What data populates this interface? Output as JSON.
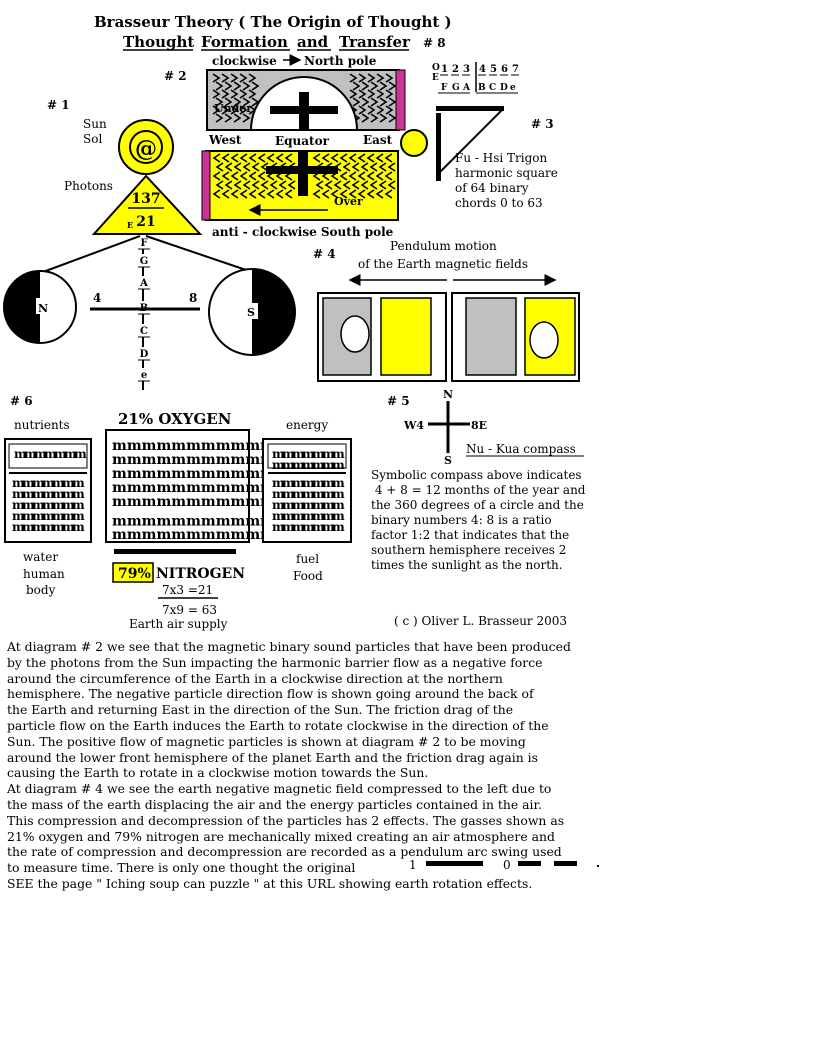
{
  "header": {
    "title": "Brasseur Theory  ( The Origin of Thought )",
    "subtitle_words": [
      "Thought",
      "Formation",
      "and",
      "Transfer"
    ],
    "diagram_8_label": "# 8"
  },
  "diagram1": {
    "label": "# 1",
    "sun": "Sun",
    "sol": "Sol",
    "sun_symbol": "@",
    "photons": "Photons",
    "num_137": "137",
    "num_21": "21",
    "small_e": "E",
    "letters": [
      "F",
      "G",
      "A",
      "B",
      "C",
      "D",
      "e"
    ],
    "n_label": "N",
    "s_label": "S",
    "num_4": "4",
    "num_8": "8"
  },
  "diagram2": {
    "label": "# 2",
    "clockwise": "clockwise",
    "north_pole": "North pole",
    "under": "Under",
    "west": "West",
    "equator": "Equator",
    "east": "East",
    "over": "Over",
    "anti_clockwise": "anti - clockwise  South pole",
    "colors": {
      "upper": "#c0c0c0",
      "lower": "#ffff00",
      "bar": "#cc3399"
    }
  },
  "diagram8": {
    "top_numbers": [
      "1",
      "2",
      "3",
      "4",
      "5",
      "6",
      "7"
    ],
    "side_letters": [
      "O",
      "E"
    ],
    "note_letters": [
      "F",
      "G",
      "A",
      "B",
      "C",
      "D",
      "e"
    ]
  },
  "diagram3": {
    "label": "# 3",
    "lines": [
      "Fu - Hsi Trigon",
      "harmonic square",
      "of 64 binary",
      "chords 0 to 63"
    ]
  },
  "diagram4": {
    "label": "# 4",
    "line1": "Pendulum motion",
    "line2": "of the Earth  magnetic fields"
  },
  "diagram5": {
    "label": "# 5",
    "n": "N",
    "s": "S",
    "w": "W4",
    "e": "8E",
    "compass": "Nu - Kua  compass",
    "description": [
      "Symbolic compass above indicates",
      " 4 + 8 = 12 months of the year and",
      "the 360 degrees of a circle and the",
      "binary numbers 4: 8 is a ratio",
      "factor 1:2 that indicates that the",
      "southern hemisphere receives 2",
      "times the sunlight as the north."
    ]
  },
  "diagram6": {
    "label": "# 6",
    "nutrients": "nutrients",
    "oxygen": "21% OXYGEN",
    "energy": "energy",
    "water": "water",
    "human": "human",
    "body": "body",
    "pct79": "79%",
    "nitrogen": "NITROGEN",
    "eq1": "7x3 =21",
    "eq2": "7x9 = 63",
    "supply": "Earth air supply",
    "fuel": "fuel",
    "food": "Food",
    "glyph": "m",
    "oxygen_rows": [
      "mmmmmmmmmmmm",
      "mmmmmmmmmmmm",
      "mmmmmmmmmmmm",
      "mmmmmmmmmmmm",
      "mmmmmmmmmmmm",
      "mmmmmmmmmmmm",
      "mmmmmmmmmmmm"
    ],
    "oxygen_colors": [
      "#0000cc",
      "#cc00cc",
      "#0000cc",
      "#cc00cc",
      "#0000cc",
      "#cc00cc",
      "#0000cc"
    ]
  },
  "copyright": "( c ) Oliver L. Brasseur 2003",
  "body_text": [
    "At diagram # 2 we see that the magnetic binary sound particles that have been produced",
    " by the photons  from the Sun impacting the harmonic barrier flow as a negative force",
    " around the circumference of the Earth in a clockwise direction at the northern",
    " hemisphere.  The negative particle direction  flow is shown going around the back of",
    " the Earth and returning East in the direction of the Sun. The friction drag of the",
    " particle flow on the Earth induces the Earth to rotate clockwise in the direction of the",
    " Sun.  The positive flow of magnetic particles is shown at diagram # 2 to be moving",
    " around the lower front hemisphere of the planet Earth and the friction drag again is",
    " causing the Earth to rotate in a clockwise motion towards the Sun.",
    " At diagram # 4 we see the earth negative magnetic field compressed to the left due to",
    "  the mass of the earth displacing the air and the energy particles contained in the air.",
    "  This compression and decompression of the particles has 2 effects. The gasses shown as",
    "  21% oxygen and 79% nitrogen are mechanically mixed creating an air atmosphere and",
    "  the rate of compression and decompression are recorded as a pendulum arc swing used",
    "  to measure time.  There is only one thought  the original"
  ],
  "binary": {
    "one": "1",
    "zero": "0"
  },
  "see_line": " SEE  the page \" Iching soup can puzzle \" at this URL showing earth rotation effects."
}
